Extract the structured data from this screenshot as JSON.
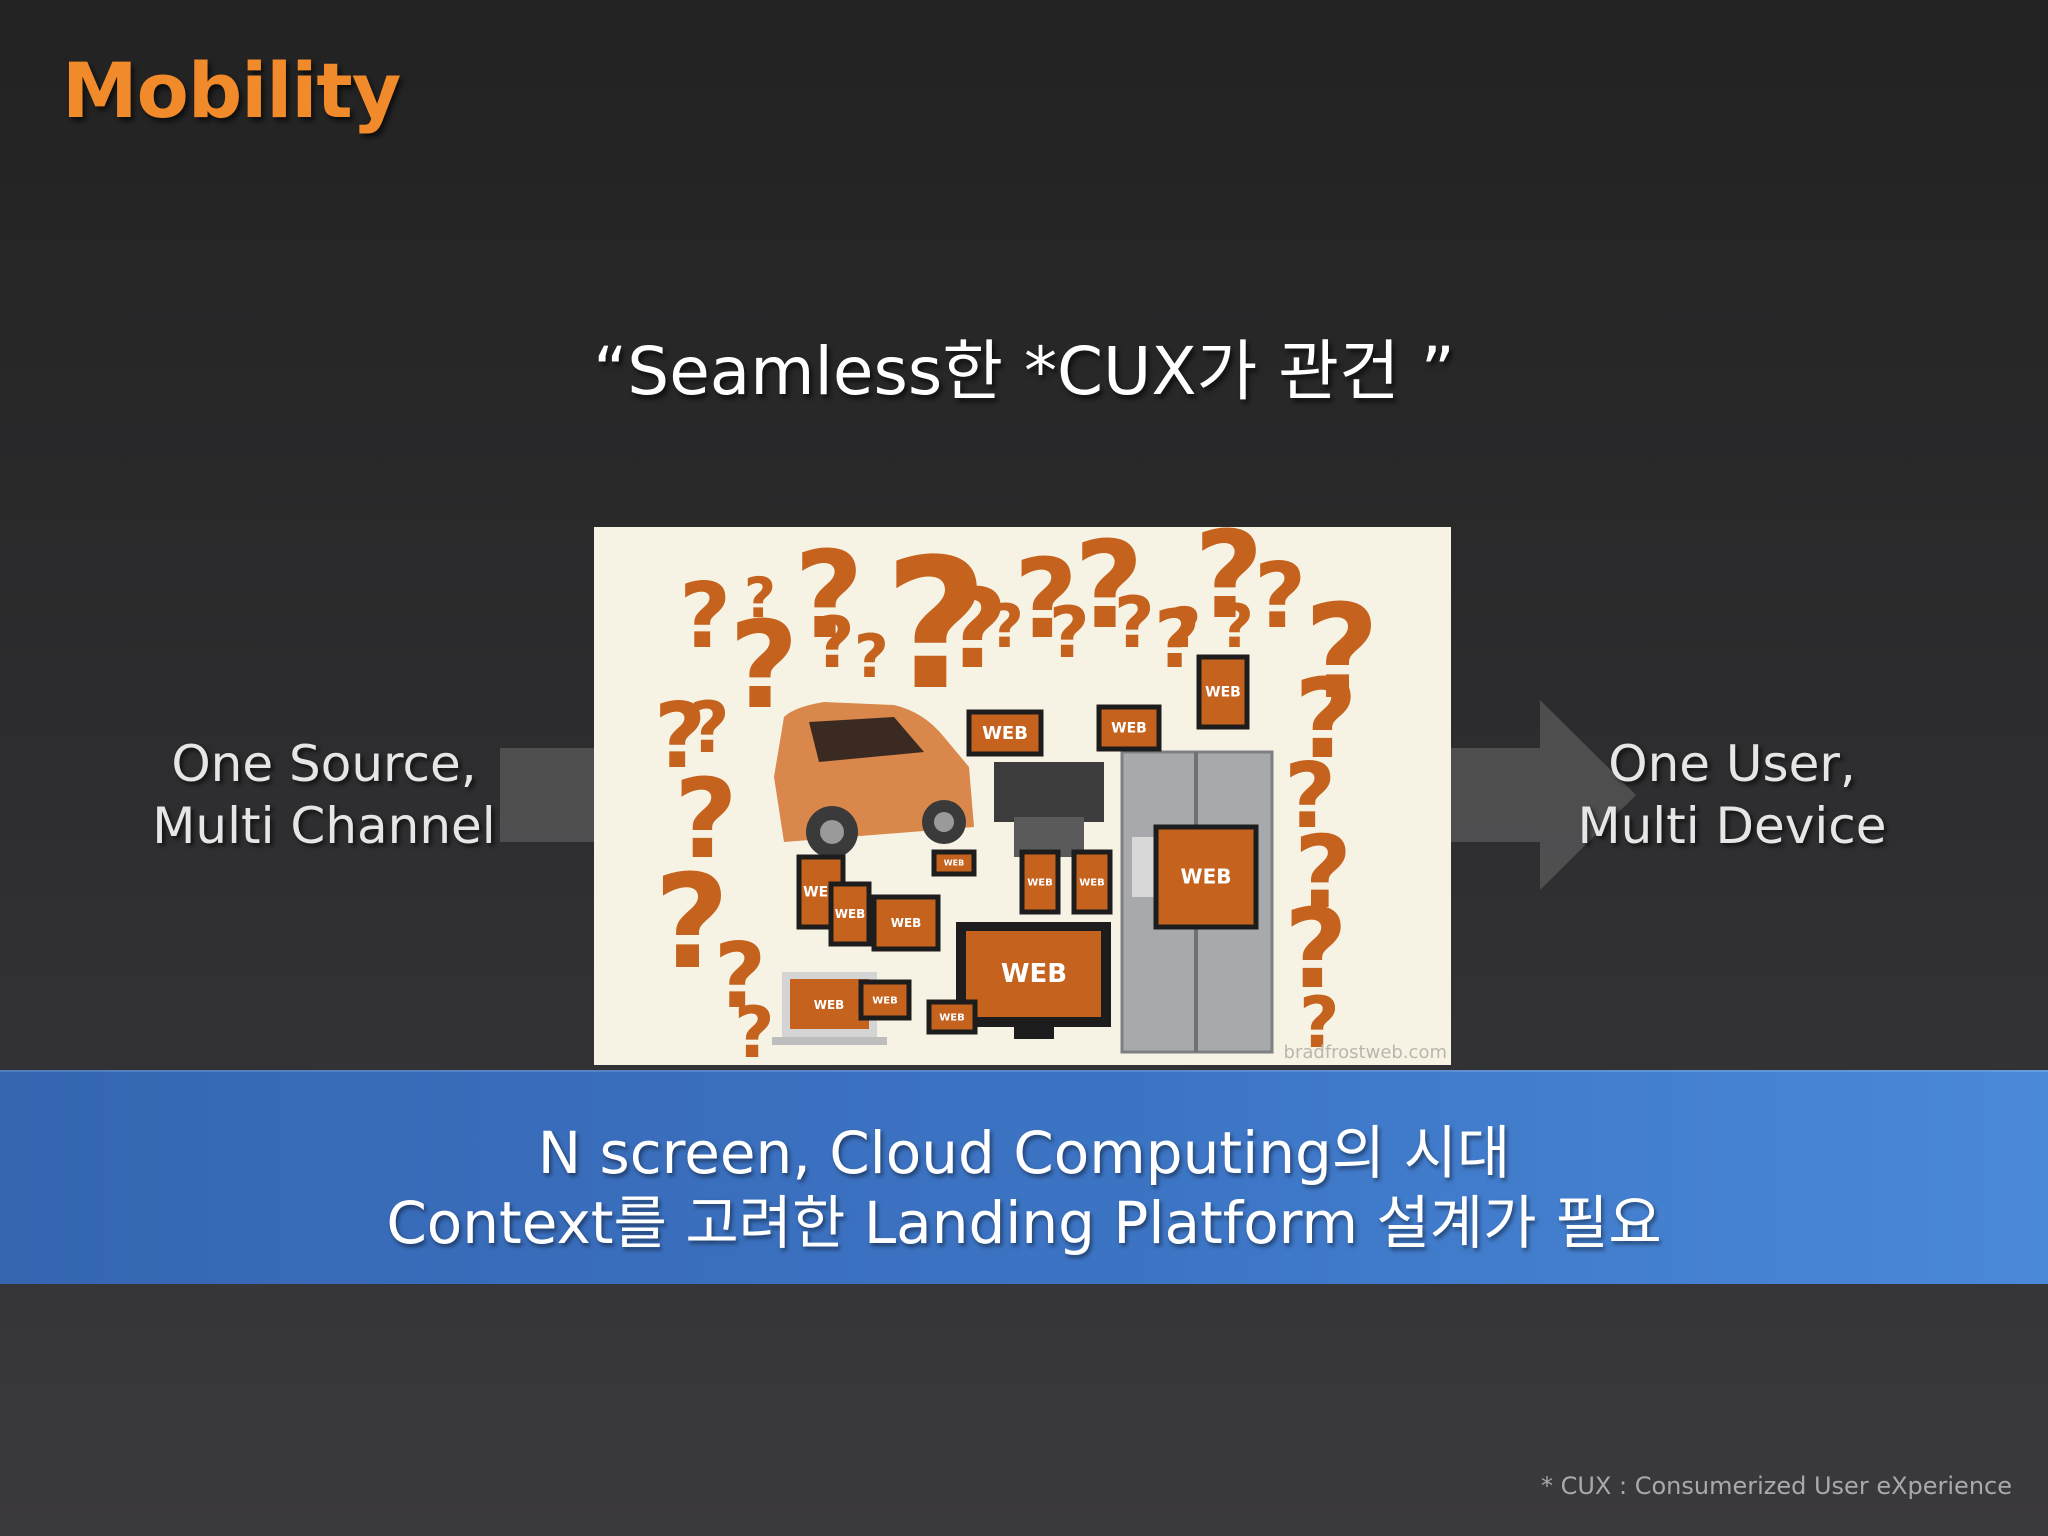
{
  "slide": {
    "title": "Mobility",
    "headline": "“Seamless한 *CUX가 관건 ”",
    "left_label": [
      "One Source,",
      "Multi Channel"
    ],
    "right_label": [
      "One User,",
      "Multi Device"
    ],
    "banner": [
      "N screen, Cloud Computing의 시대",
      "Context를 고려한 Landing Platform 설계가 필요"
    ],
    "footnote": "* CUX : Consumerized User eXperience"
  },
  "illustration": {
    "watermark": "bradfrostweb.com",
    "device_label": "WEB",
    "question_mark": "?"
  },
  "colors": {
    "title": "#f08a2a",
    "band": "#3c74c4",
    "illustration_bg": "#f6f3e4",
    "device_orange": "#c4621e"
  }
}
